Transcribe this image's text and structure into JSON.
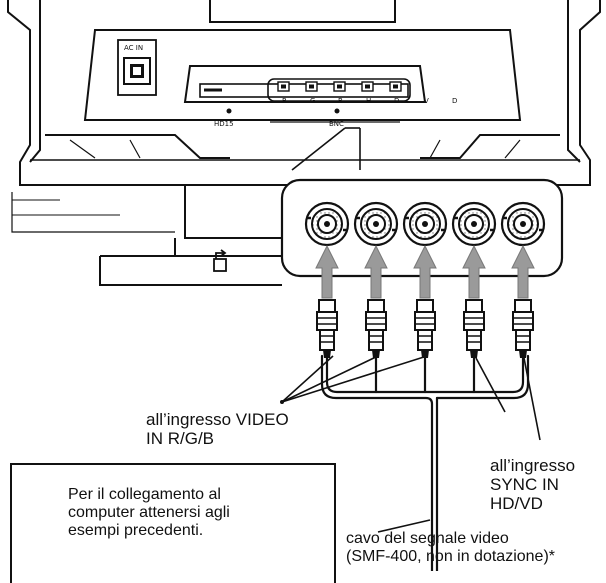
{
  "monitor": {
    "ac_in_label": "AC IN",
    "input1_label": "HD15",
    "input2_label": "BNC",
    "bnc_port_letters": [
      "R",
      "G",
      "B",
      "H",
      "D"
    ],
    "extra_letters": [
      "V",
      "D"
    ],
    "stand_icon": "stand-lock-icon"
  },
  "callouts": {
    "video_label_line1": "all’ingresso VIDEO",
    "video_label_line2": "IN R/G/B",
    "sync_label_line1": "all’ingresso",
    "sync_label_line2": "SYNC IN",
    "sync_label_line3": "HD/VD",
    "cable_label_line1": "cavo del segnale video",
    "cable_label_line2": "(SMF-400, non in dotazione)*"
  },
  "note": {
    "line1": "Per il collegamento al",
    "line2": "computer attenersi agli",
    "line3": "esempi precedenti."
  },
  "connectors": {
    "count": 5,
    "icon": "bnc-connector-icon"
  }
}
